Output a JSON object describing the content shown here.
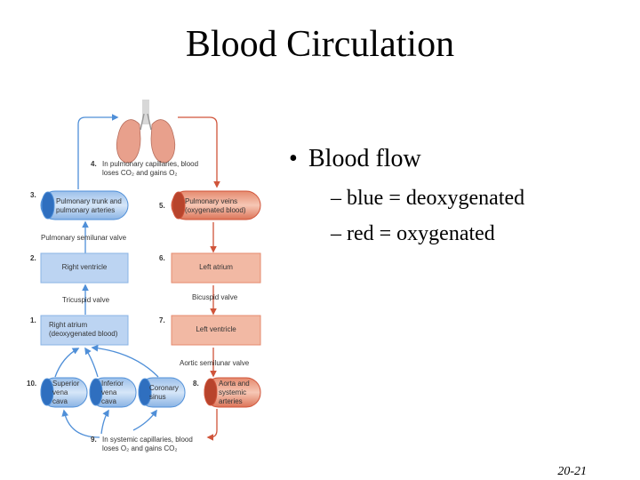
{
  "title": "Blood Circulation",
  "bullets": {
    "main": "Blood flow",
    "sub1": "– blue = deoxygenated",
    "sub2": "– red = oxygenated"
  },
  "slide_number": "20-21",
  "diagram": {
    "step4": {
      "num": "4.",
      "line1": "In pulmonary capillaries, blood",
      "line2": "loses CO₂ and gains O₂"
    },
    "step3": {
      "num": "3.",
      "line1": "Pulmonary trunk and",
      "line2": "pulmonary arteries"
    },
    "step5": {
      "num": "5.",
      "line1": "Pulmonary veins",
      "line2": "(oxygenated blood)"
    },
    "pulmonary_valve": "Pulmonary semilunar valve",
    "step2": {
      "num": "2.",
      "label": "Right ventricle"
    },
    "step6": {
      "num": "6.",
      "label": "Left atrium"
    },
    "tricuspid_valve": "Tricuspid valve",
    "bicuspid_valve": "Bicuspid valve",
    "step1": {
      "num": "1.",
      "line1": "Right atrium",
      "line2": "(deoxygenated blood)"
    },
    "step7": {
      "num": "7.",
      "label": "Left ventricle"
    },
    "aortic_valve": "Aortic semilunar valve",
    "step10": {
      "num": "10."
    },
    "superior_vena_cava": {
      "line1": "Superior",
      "line2": "vena",
      "line3": "cava"
    },
    "inferior_vena_cava": {
      "line1": "Inferior",
      "line2": "vena",
      "line3": "cava"
    },
    "coronary_sinus": {
      "line1": "Coronary",
      "line2": "sinus"
    },
    "step8": {
      "num": "8.",
      "line1": "Aorta and",
      "line2": "systemic",
      "line3": "arteries"
    },
    "step9": {
      "num": "9.",
      "line1": "In systemic capillaries, blood",
      "line2": "loses O₂ and gains CO₂"
    },
    "colors": {
      "blue": "#4f8fd8",
      "light_blue": "#bcd4f2",
      "red": "#d0543a",
      "light_red": "#f2b9a4",
      "lung": "#e8a08c"
    }
  }
}
